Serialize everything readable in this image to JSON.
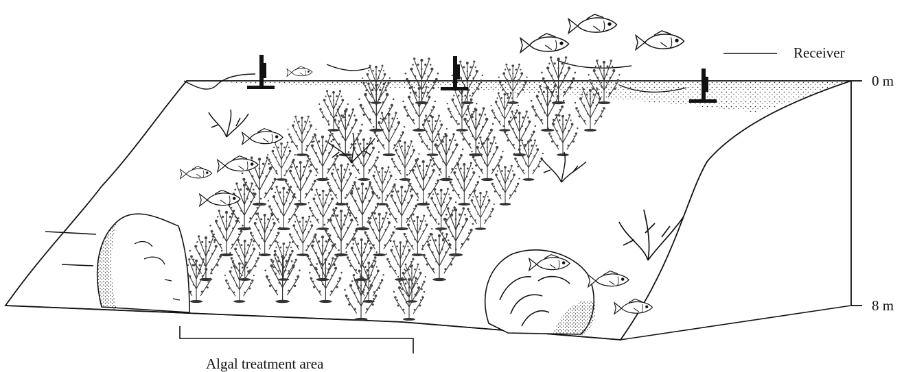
{
  "labels": {
    "receiver": "Receiver",
    "depth_top": "0 m",
    "depth_bottom": "8 m",
    "treatment_area": "Algal treatment area"
  },
  "colors": {
    "ink": "#111111",
    "background": "#ffffff"
  },
  "icons": [
    "receiver-icon",
    "algae-clump-icon",
    "fish-icon",
    "branching-coral-icon",
    "massive-coral-icon"
  ]
}
